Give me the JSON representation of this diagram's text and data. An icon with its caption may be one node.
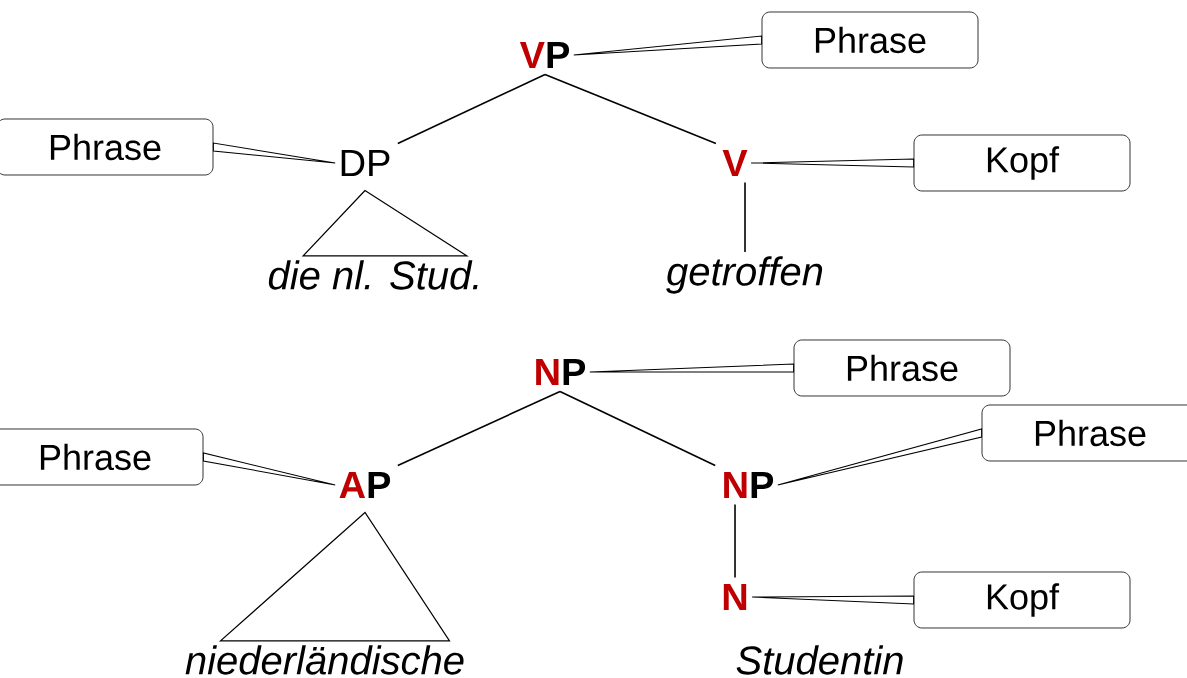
{
  "diagram": {
    "nodes": [
      {
        "text": [
          "V",
          "P"
        ]
      },
      {
        "text": [
          "Phrase"
        ]
      },
      {
        "text": [
          "Phrase"
        ]
      },
      {
        "text": [
          "DP"
        ]
      },
      {
        "text": [
          "V"
        ]
      },
      {
        "text": [
          "Kopf"
        ]
      },
      {
        "text": [
          "die nl. Stud."
        ]
      },
      {
        "text": [
          "getroffen"
        ]
      },
      {
        "text": [
          "N",
          "P"
        ]
      },
      {
        "text": [
          "Phrase"
        ]
      },
      {
        "text": [
          "Phrase"
        ]
      },
      {
        "text": [
          "Phrase"
        ]
      },
      {
        "text": [
          "A",
          "P"
        ]
      },
      {
        "text": [
          "N",
          "P"
        ]
      },
      {
        "text": [
          "N"
        ]
      },
      {
        "text": [
          "Kopf"
        ]
      },
      {
        "text": [
          "niederländische"
        ]
      },
      {
        "text": [
          "Studentin"
        ]
      }
    ],
    "edges": [
      {
        "from": 0,
        "to": 3,
        "arrow": "none"
      },
      {
        "from": 0,
        "to": 4,
        "arrow": "none"
      },
      {
        "from": 3,
        "to": 6,
        "arrow": "none"
      },
      {
        "from": 4,
        "to": 7,
        "arrow": "none"
      },
      {
        "from": 1,
        "to": 0,
        "arrow": "none"
      },
      {
        "from": 2,
        "to": 3,
        "arrow": "none"
      },
      {
        "from": 5,
        "to": 4,
        "arrow": "none"
      },
      {
        "from": 8,
        "to": 12,
        "arrow": "none"
      },
      {
        "from": 8,
        "to": 13,
        "arrow": "none"
      },
      {
        "from": 12,
        "to": 16,
        "arrow": "none"
      },
      {
        "from": 13,
        "to": 14,
        "arrow": "none"
      },
      {
        "from": 9,
        "to": 8,
        "arrow": "none"
      },
      {
        "from": 10,
        "to": 12,
        "arrow": "none"
      },
      {
        "from": 11,
        "to": 13,
        "arrow": "none"
      },
      {
        "from": 15,
        "to": 14,
        "arrow": "none"
      }
    ]
  }
}
